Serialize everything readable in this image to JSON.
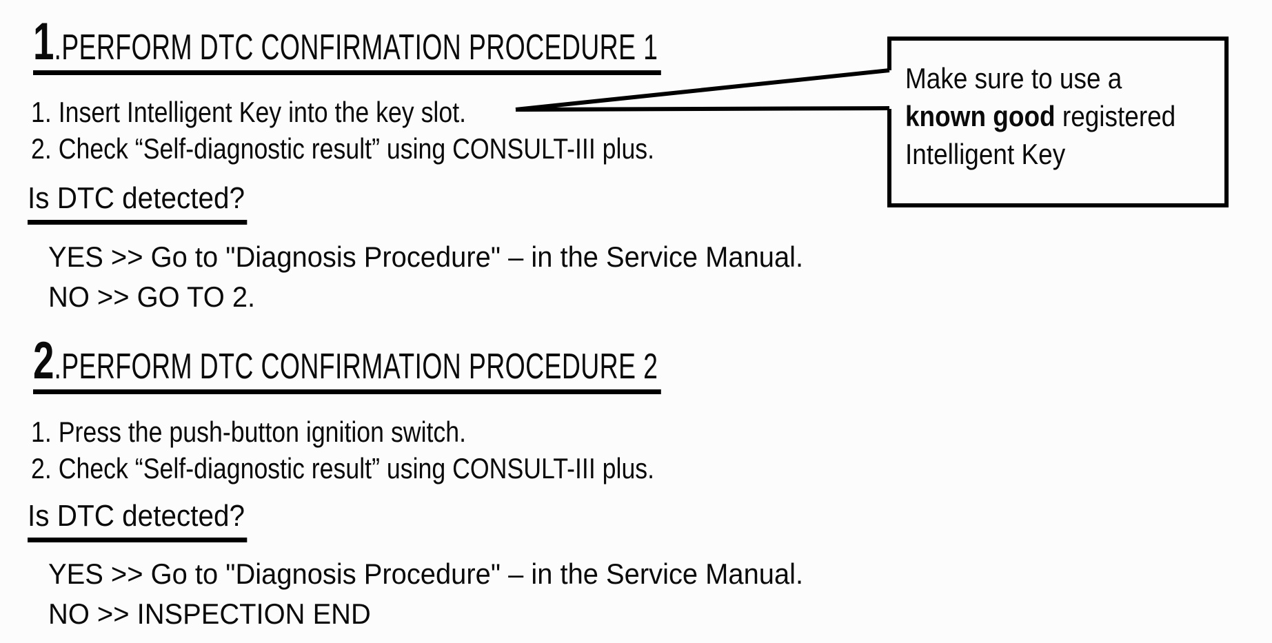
{
  "sections": [
    {
      "number": "1",
      "title": ".PERFORM DTC CONFIRMATION PROCEDURE 1",
      "steps": [
        "1. Insert Intelligent Key into the key slot.",
        "2. Check “Self-diagnostic result” using CONSULT-III plus."
      ],
      "question": "Is DTC detected?",
      "answers": [
        "YES >> Go to \"Diagnosis Procedure\" – in the Service Manual.",
        "NO >> GO TO 2."
      ]
    },
    {
      "number": "2",
      "title": ".PERFORM DTC CONFIRMATION PROCEDURE 2",
      "steps": [
        "1. Press the push-button ignition switch.",
        "2. Check “Self-diagnostic result” using CONSULT-III plus."
      ],
      "question": "Is DTC detected?",
      "answers": [
        "YES >> Go to \"Diagnosis Procedure\" – in the Service Manual.",
        "NO >> INSPECTION END"
      ]
    }
  ],
  "callout": {
    "line1": "Make sure to use a",
    "line2_bold": "known good",
    "line2_rest": " registered",
    "line3": "Intelligent Key"
  },
  "colors": {
    "text": "#0a0a0a",
    "background": "#fcfcfc",
    "line": "#000000"
  }
}
